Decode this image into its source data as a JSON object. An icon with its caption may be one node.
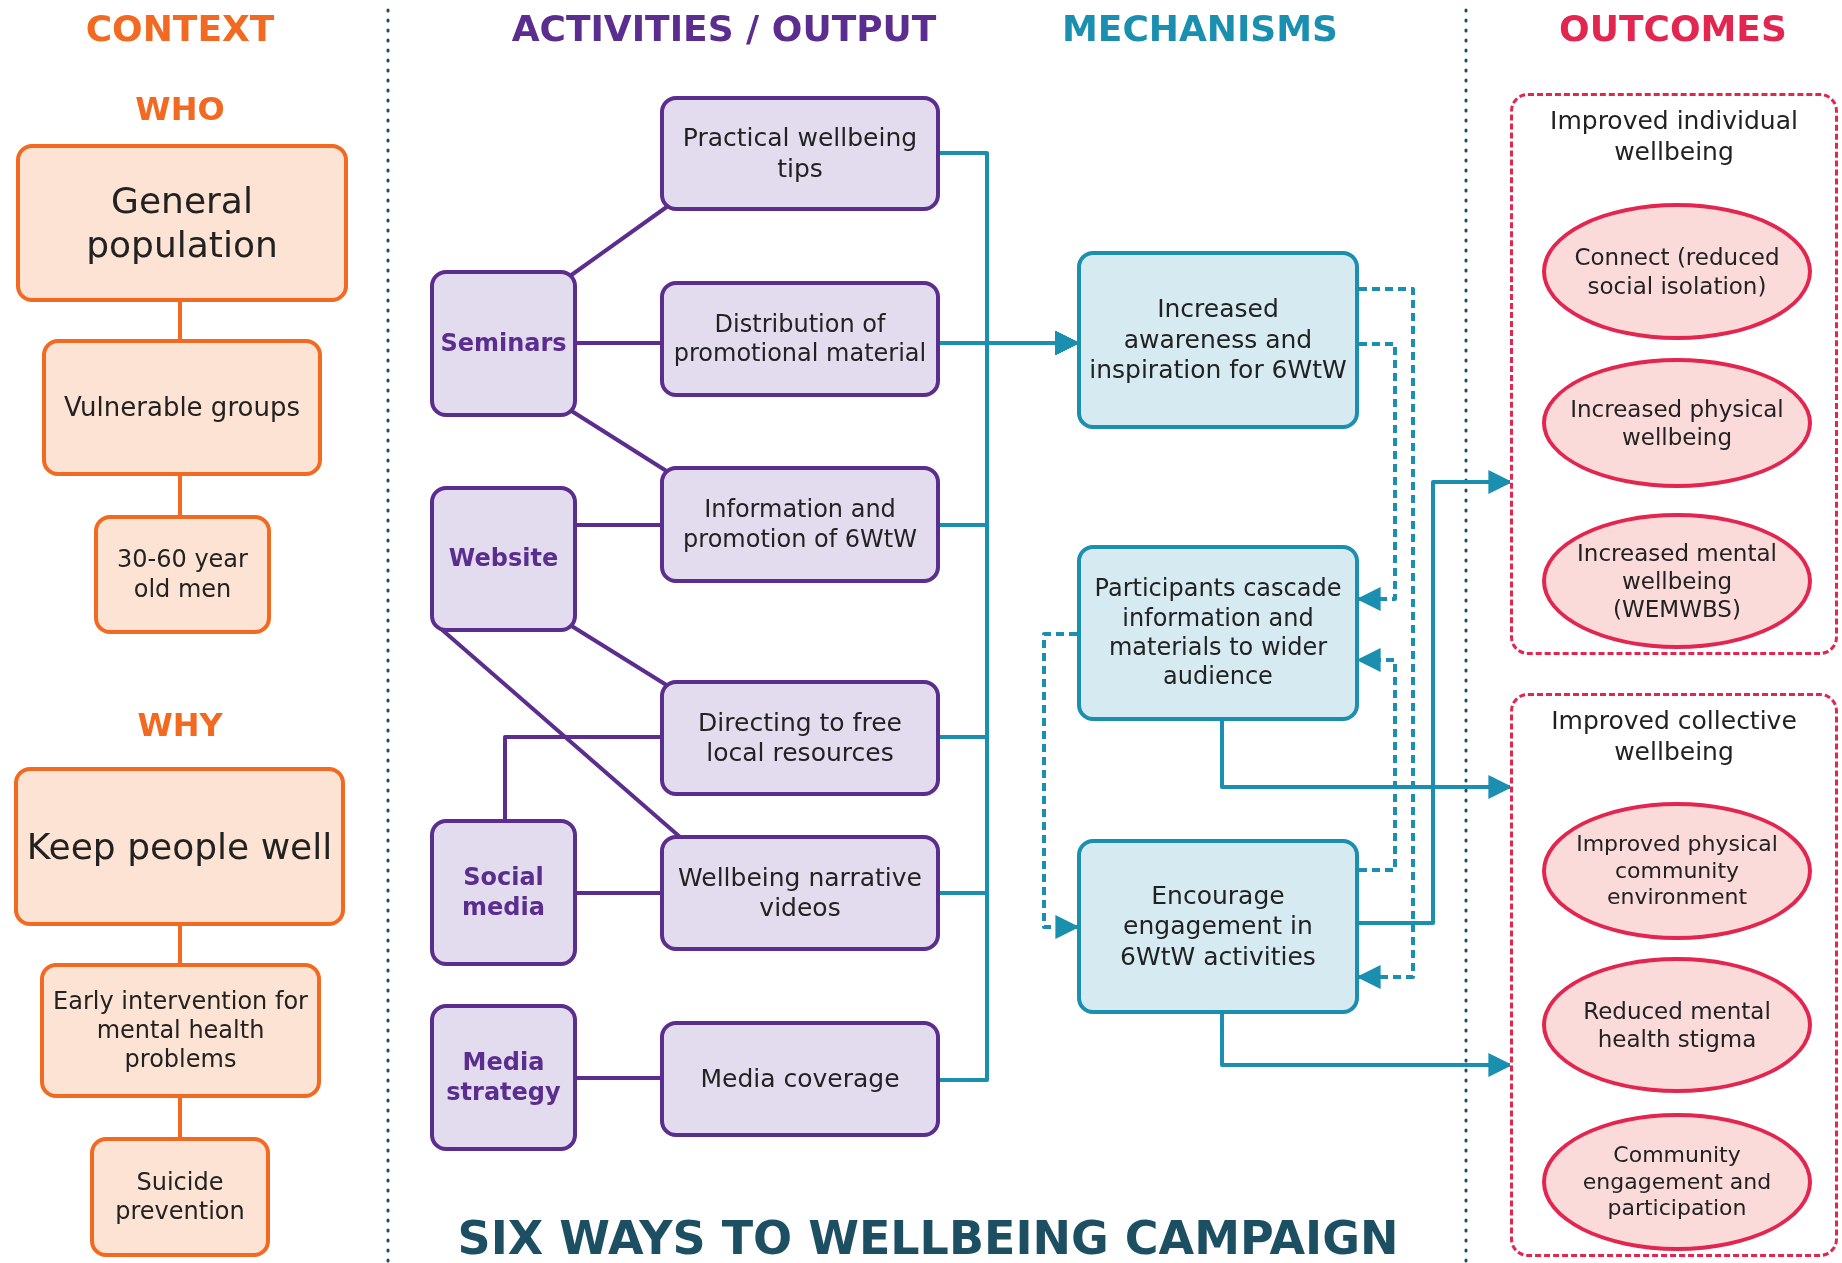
{
  "diagram": {
    "title": "SIX WAYS TO WELLBEING CAMPAIGN",
    "nodes": [
      {
        "text": [
          "General population"
        ]
      },
      {
        "text": [
          "Vulnerable groups"
        ]
      },
      {
        "text": [
          "30-60 year old men"
        ]
      },
      {
        "text": [
          "Keep people well"
        ]
      },
      {
        "text": [
          "Early intervention for mental health problems"
        ]
      },
      {
        "text": [
          "Suicide prevention"
        ]
      },
      {
        "text": [
          "Seminars"
        ]
      },
      {
        "text": [
          "Website"
        ]
      },
      {
        "text": [
          "Social media"
        ]
      },
      {
        "text": [
          "Media strategy"
        ]
      },
      {
        "text": [
          "Practical wellbeing tips"
        ]
      },
      {
        "text": [
          "Distribution of promotional material"
        ]
      },
      {
        "text": [
          "Information and promotion of 6WtW"
        ]
      },
      {
        "text": [
          "Directing to free local resources"
        ]
      },
      {
        "text": [
          "Wellbeing narrative videos"
        ]
      },
      {
        "text": [
          "Media coverage"
        ]
      },
      {
        "text": [
          "Increased awareness and inspiration for 6WtW"
        ]
      },
      {
        "text": [
          "Participants cascade information and materials to wider audience"
        ]
      },
      {
        "text": [
          "Encourage engagement in 6WtW activities"
        ]
      },
      {
        "text": [
          "Improved individual wellbeing"
        ]
      },
      {
        "text": [
          "Connect (reduced social isolation)"
        ],
        "in": 19
      },
      {
        "text": [
          "Increased physical wellbeing"
        ],
        "in": 19
      },
      {
        "text": [
          "Increased mental wellbeing (WEMWBS)"
        ],
        "in": 19
      },
      {
        "text": [
          "Improved collective wellbeing"
        ]
      },
      {
        "text": [
          "Improved physical community environment"
        ],
        "in": 23
      },
      {
        "text": [
          "Reduced mental health stigma"
        ],
        "in": 23
      },
      {
        "text": [
          "Community engagement and participation"
        ],
        "in": 23
      }
    ],
    "edges": [
      {
        "from": 0,
        "to": 1,
        "arrow": "none",
        "color": "#f26a21"
      },
      {
        "from": 1,
        "to": 2,
        "arrow": "none",
        "color": "#f26a21"
      },
      {
        "from": 3,
        "to": 4,
        "arrow": "none",
        "color": "#f26a21"
      },
      {
        "from": 4,
        "to": 5,
        "arrow": "none",
        "color": "#f26a21"
      },
      {
        "from": 6,
        "to": 10,
        "arrow": "none",
        "color": "#5b2d8e"
      },
      {
        "from": 6,
        "to": 11,
        "arrow": "none",
        "color": "#5b2d8e"
      },
      {
        "from": 6,
        "to": 12,
        "arrow": "none",
        "color": "#5b2d8e"
      },
      {
        "from": 7,
        "to": 12,
        "arrow": "none",
        "color": "#5b2d8e"
      },
      {
        "from": 7,
        "to": 13,
        "arrow": "none",
        "color": "#5b2d8e"
      },
      {
        "from": 7,
        "to": 14,
        "arrow": "none",
        "color": "#5b2d8e"
      },
      {
        "from": 8,
        "to": 13,
        "arrow": "none",
        "color": "#5b2d8e"
      },
      {
        "from": 8,
        "to": 14,
        "arrow": "none",
        "color": "#5b2d8e"
      },
      {
        "from": 9,
        "to": 15,
        "arrow": "none",
        "color": "#5b2d8e"
      },
      {
        "from": 10,
        "to": 16,
        "arrow": "to"
      },
      {
        "from": 11,
        "to": 16,
        "arrow": "to"
      },
      {
        "from": 12,
        "to": 16,
        "arrow": "to"
      },
      {
        "from": 13,
        "to": 16,
        "arrow": "to"
      },
      {
        "from": 14,
        "to": 16,
        "arrow": "to"
      },
      {
        "from": 15,
        "to": 16,
        "arrow": "to"
      },
      {
        "from": 16,
        "to": 17,
        "arrow": "to",
        "style": "dashed"
      },
      {
        "from": 16,
        "to": 18,
        "arrow": "to",
        "style": "dashed"
      },
      {
        "from": 18,
        "to": 17,
        "arrow": "to",
        "style": "dashed"
      },
      {
        "from": 17,
        "to": 18,
        "arrow": "to",
        "style": "dashed"
      },
      {
        "from": 18,
        "to": 19,
        "arrow": "to"
      },
      {
        "from": 17,
        "to": 23,
        "arrow": "to"
      },
      {
        "from": 18,
        "to": 23,
        "arrow": "to"
      }
    ],
    "labels": [
      "CONTEXT",
      "ACTIVITIES / OUTPUT",
      "MECHANISMS",
      "OUTCOMES",
      "WHO",
      "WHY"
    ]
  }
}
